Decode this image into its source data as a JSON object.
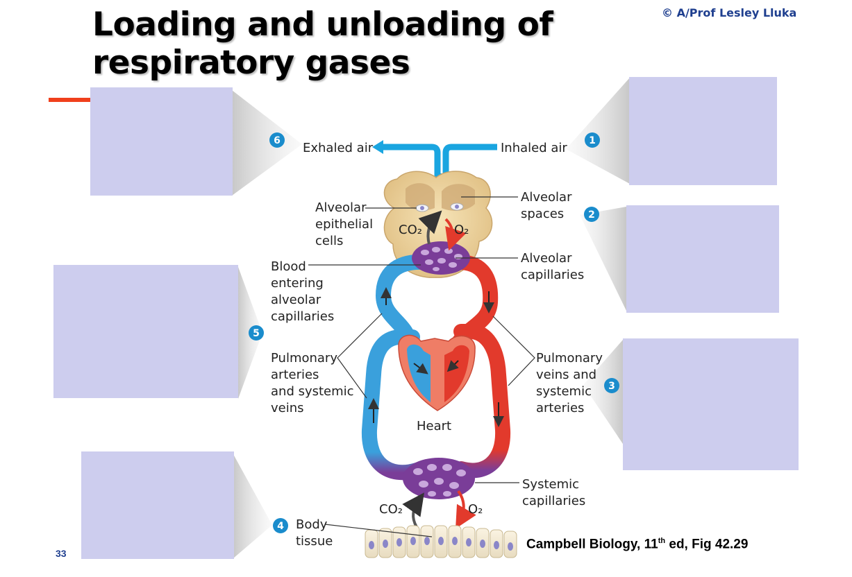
{
  "title": {
    "line1": "Loading and unloading of",
    "line2": "respiratory gases"
  },
  "copyright": "© A/Prof Lesley Lluka",
  "page_number": "33",
  "citation": {
    "pre": "Campbell Biology, 11",
    "sup": "th",
    "post": " ed, Fig 42.29"
  },
  "colors": {
    "oxygenated": "#e23a2c",
    "deoxygenated": "#3aa0dc",
    "capillary": "#7a3d98",
    "airflow": "#1aa5e0",
    "step_badge": "#1a8ccc",
    "blank_box": "#cdcdee"
  },
  "diagram": {
    "steps": [
      "1",
      "2",
      "3",
      "4",
      "5",
      "6"
    ],
    "labels": {
      "exhaled_air": "Exhaled air",
      "inhaled_air": "Inhaled air",
      "alveolar_epithelial": [
        "Alveolar",
        "epithelial",
        "cells"
      ],
      "alveolar_spaces": [
        "Alveolar",
        "spaces"
      ],
      "alveolar_capillaries": [
        "Alveolar",
        "capillaries"
      ],
      "blood_entering": [
        "Blood",
        "entering",
        "alveolar",
        "capillaries"
      ],
      "pulmonary_arteries": [
        "Pulmonary",
        "arteries",
        "and systemic",
        "veins"
      ],
      "pulmonary_veins": [
        "Pulmonary",
        "veins and",
        "systemic",
        "arteries"
      ],
      "heart": "Heart",
      "systemic_capillaries": [
        "Systemic",
        "capillaries"
      ],
      "body_tissue": [
        "Body",
        "tissue"
      ],
      "co2_top": "CO₂",
      "o2_top": "O₂",
      "co2_bottom": "CO₂",
      "o2_bottom": "O₂"
    }
  }
}
